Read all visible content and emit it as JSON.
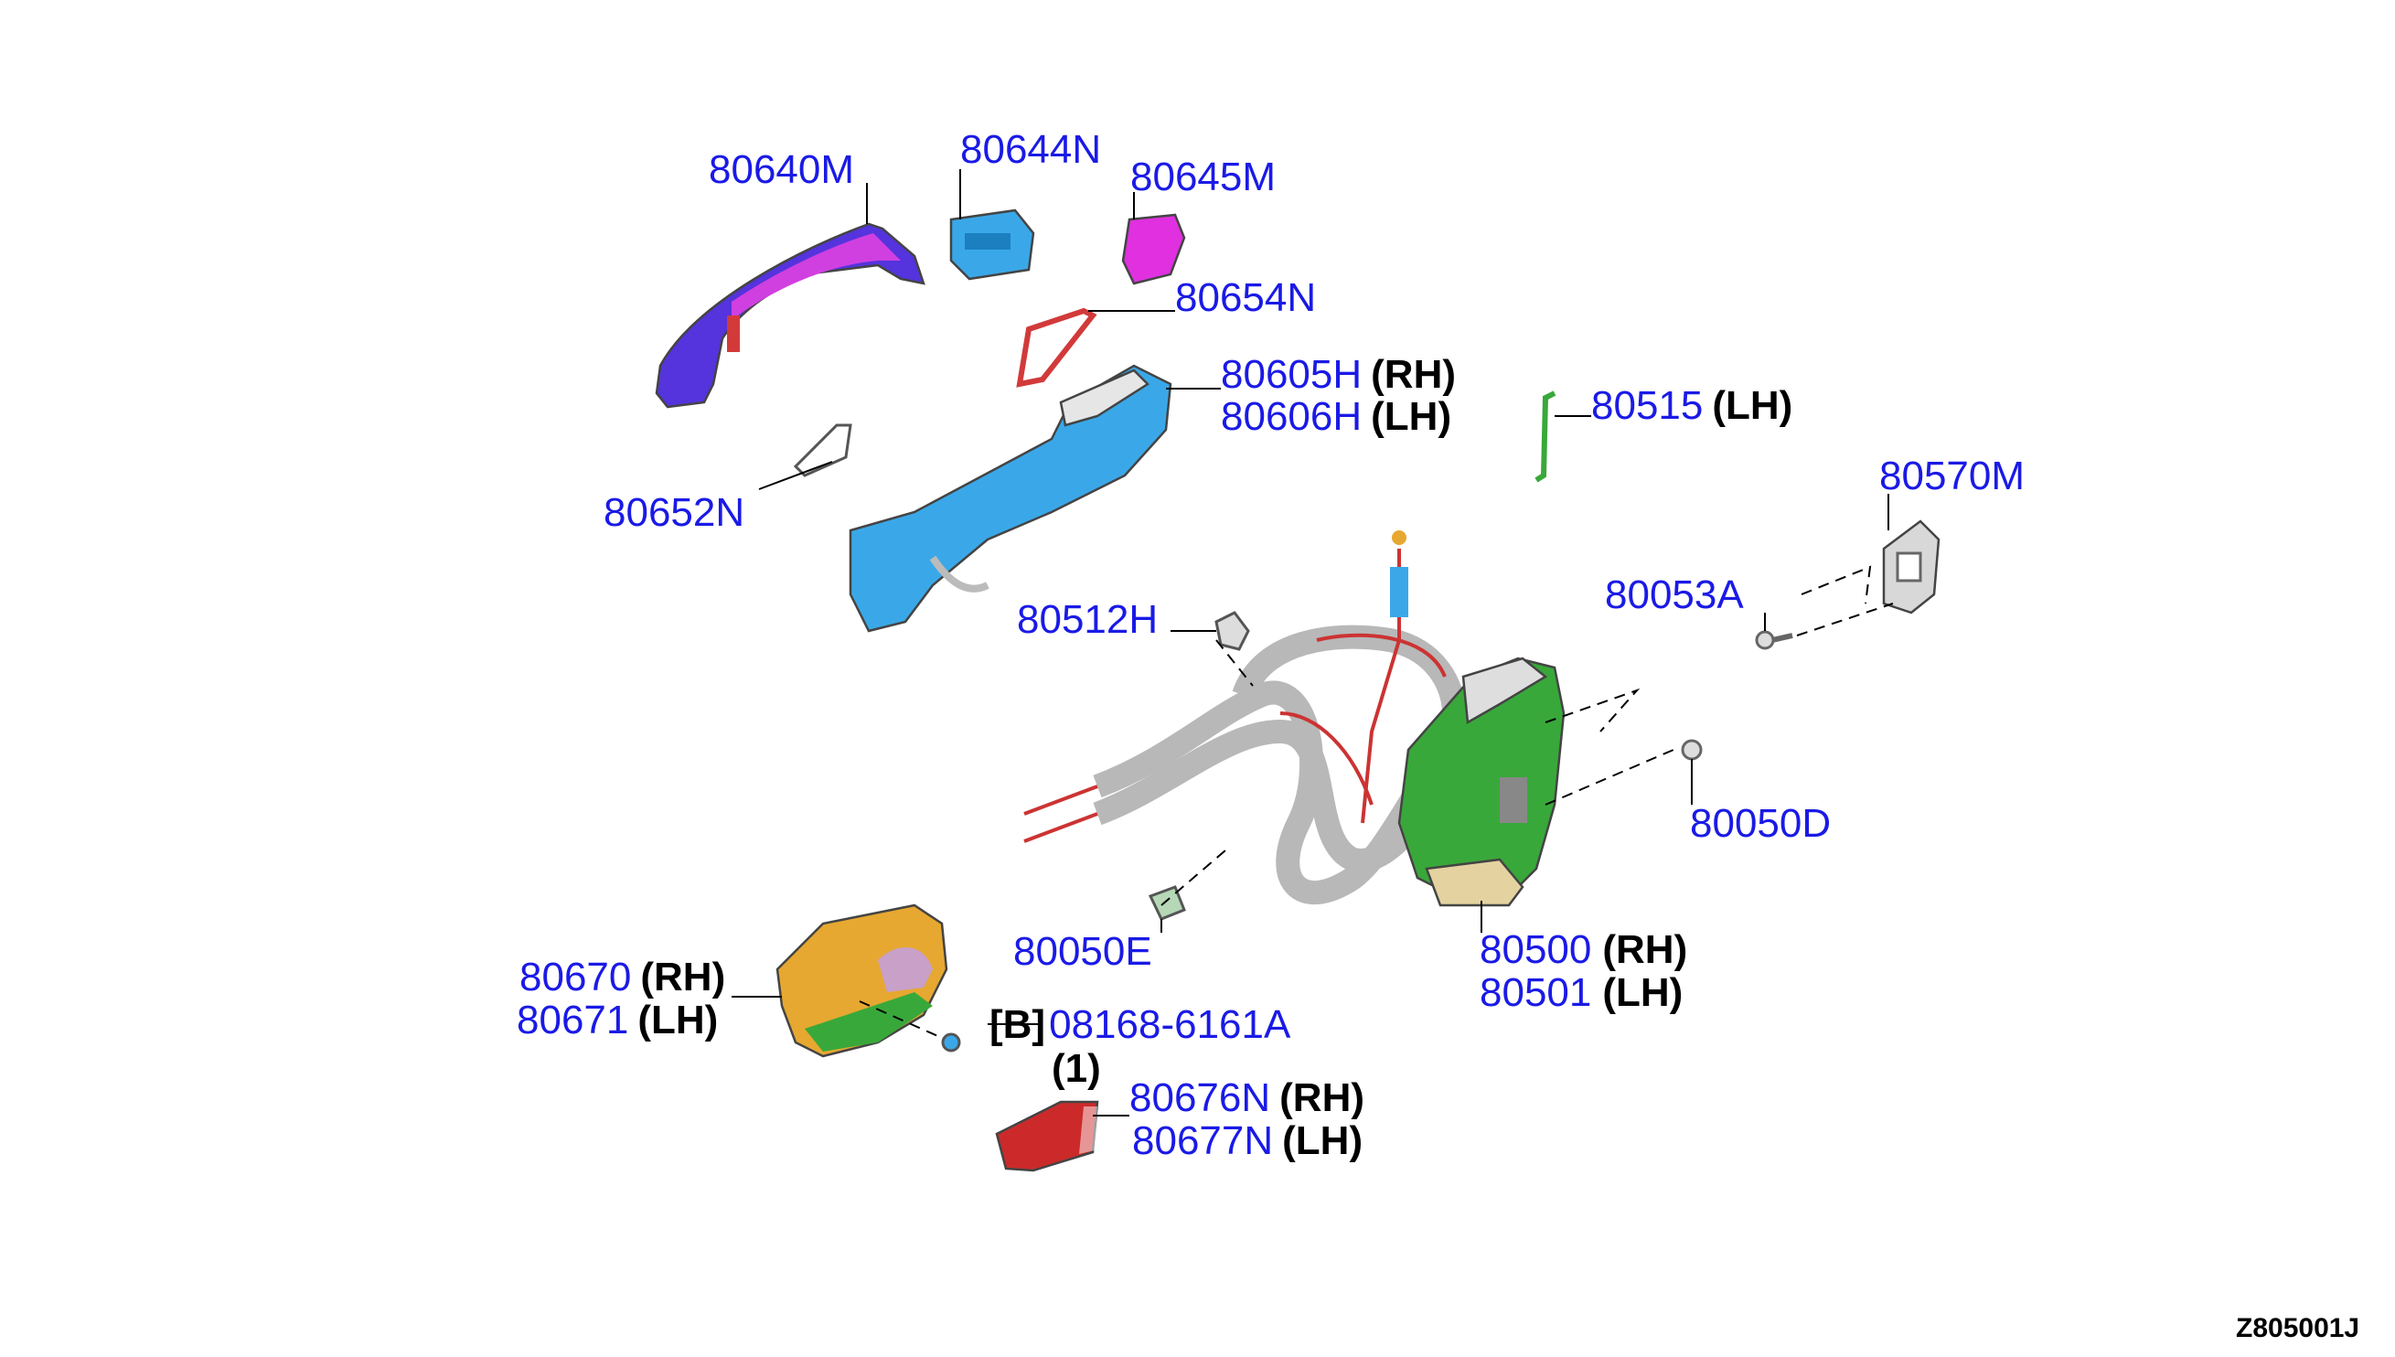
{
  "figure_code": "Z805001J",
  "colors": {
    "part_number": "#1a1ae6",
    "handle": "#5533dd",
    "handle_accent": "#d040e0",
    "bracket_blue": "#3aa8e8",
    "magenta": "#e030e0",
    "gasket_red": "#d23a3a",
    "latch_green": "#39a83a",
    "cable_grey": "#b8b8b8",
    "cable_red": "#cc3333",
    "inner_handle_orange": "#e6a830",
    "escutcheon_red": "#cc2a2a"
  },
  "callouts": [
    {
      "id": "c80640M",
      "number": "80640M",
      "suffix": ""
    },
    {
      "id": "c80644N",
      "number": "80644N",
      "suffix": ""
    },
    {
      "id": "c80645M",
      "number": "80645M",
      "suffix": ""
    },
    {
      "id": "c80654N",
      "number": "80654N",
      "suffix": ""
    },
    {
      "id": "c80605H",
      "number": "80605H",
      "suffix": "(RH)"
    },
    {
      "id": "c80606H",
      "number": "80606H",
      "suffix": "(LH)"
    },
    {
      "id": "c80515",
      "number": "80515",
      "suffix": "(LH)"
    },
    {
      "id": "c80570M",
      "number": "80570M",
      "suffix": ""
    },
    {
      "id": "c80652N",
      "number": "80652N",
      "suffix": ""
    },
    {
      "id": "c80053A",
      "number": "80053A",
      "suffix": ""
    },
    {
      "id": "c80512H",
      "number": "80512H",
      "suffix": ""
    },
    {
      "id": "c80050D",
      "number": "80050D",
      "suffix": ""
    },
    {
      "id": "c80050E",
      "number": "80050E",
      "suffix": ""
    },
    {
      "id": "c80500",
      "number": "80500",
      "suffix": "(RH)"
    },
    {
      "id": "c80501",
      "number": "80501",
      "suffix": "(LH)"
    },
    {
      "id": "c80670",
      "number": "80670",
      "suffix": "(RH)"
    },
    {
      "id": "c80671",
      "number": "80671",
      "suffix": "(LH)"
    },
    {
      "id": "c08168",
      "number": "08168-6161A",
      "prefix": "[B]",
      "qty": "(1)"
    },
    {
      "id": "c80676N",
      "number": "80676N",
      "suffix": "(RH)"
    },
    {
      "id": "c80677N",
      "number": "80677N",
      "suffix": "(LH)"
    }
  ]
}
